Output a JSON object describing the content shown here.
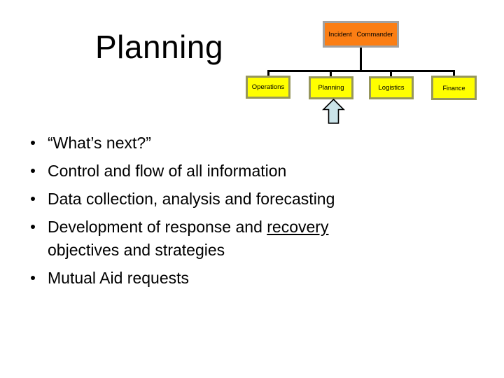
{
  "slide": {
    "background_color": "#ffffff",
    "text_color": "#000000",
    "title": "Planning",
    "org_chart": {
      "root": {
        "label": "Incident Commander",
        "fill_color": "#fb7e14",
        "border_color": "#a2a2a2"
      },
      "children": [
        {
          "label": "Operations"
        },
        {
          "label": "Planning"
        },
        {
          "label": "Logistics"
        },
        {
          "label": "Finance"
        }
      ],
      "child_fill_color": "#ffff00",
      "child_border_color": "#97975c",
      "connector_color": "#000000",
      "arrow": {
        "icon": "up-arrow-icon",
        "fill_color": "#cbe4ea",
        "stroke_color": "#000000",
        "points_to": "Planning"
      }
    },
    "bullets": {
      "items": [
        {
          "prefix": "“What’s next?”",
          "underlined": "",
          "suffix": ""
        },
        {
          "prefix": "Control and flow of all information",
          "underlined": "",
          "suffix": ""
        },
        {
          "prefix": "Data collection, analysis and forecasting",
          "underlined": "",
          "suffix": ""
        },
        {
          "prefix": "Development of response and ",
          "underlined": "recovery",
          "suffix": " objectives and strategies"
        },
        {
          "prefix": "Mutual Aid requests",
          "underlined": "",
          "suffix": ""
        }
      ]
    }
  }
}
